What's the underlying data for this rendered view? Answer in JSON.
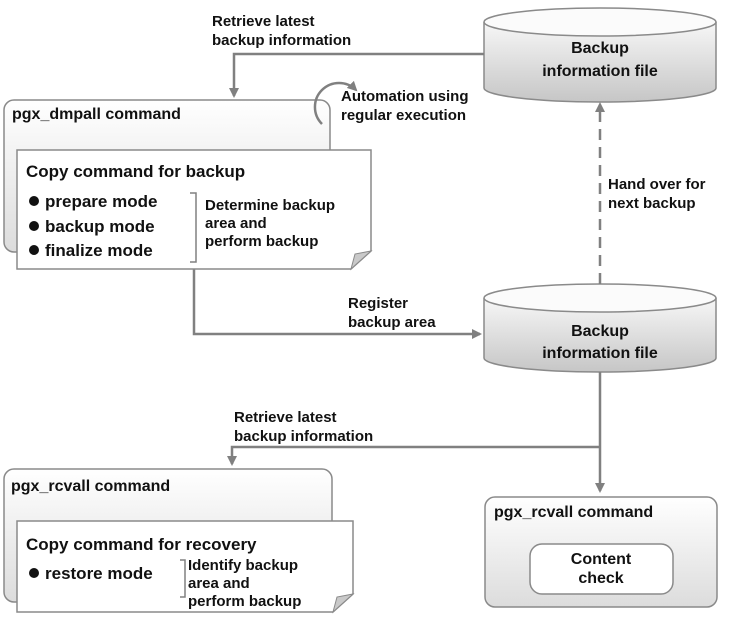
{
  "backup_file_top": {
    "line1": "Backup",
    "line2": "information file"
  },
  "backup_file_mid": {
    "line1": "Backup",
    "line2": "information file"
  },
  "retrieve_top": {
    "line1": "Retrieve latest",
    "line2": "backup information"
  },
  "automation": {
    "line1": "Automation using",
    "line2": "regular execution"
  },
  "handover": {
    "line1": "Hand over for",
    "line2": "next backup"
  },
  "register": {
    "line1": "Register",
    "line2": "backup area"
  },
  "retrieve_bottom": {
    "line1": "Retrieve latest",
    "line2": "backup information"
  },
  "dmpall": {
    "title": "pgx_dmpall command",
    "copy_title": "Copy command for backup",
    "modes": [
      "prepare mode",
      "backup mode",
      "finalize mode"
    ],
    "note_line1": "Determine backup",
    "note_line2": "area and",
    "note_line3": "perform backup"
  },
  "rcvall_left": {
    "title": "pgx_rcvall command",
    "copy_title": "Copy command for recovery",
    "modes": [
      "restore mode"
    ],
    "note_line1": "Identify backup",
    "note_line2": "area and",
    "note_line3": "perform backup"
  },
  "rcvall_right": {
    "title": "pgx_rcvall command",
    "content_line1": "Content",
    "content_line2": "check"
  },
  "colors": {
    "line": "#808080",
    "border": "#7f7f7f",
    "cylinder_light": "#f6f6f6",
    "cylinder_dark": "#c8c8c8",
    "text": "#111111"
  }
}
